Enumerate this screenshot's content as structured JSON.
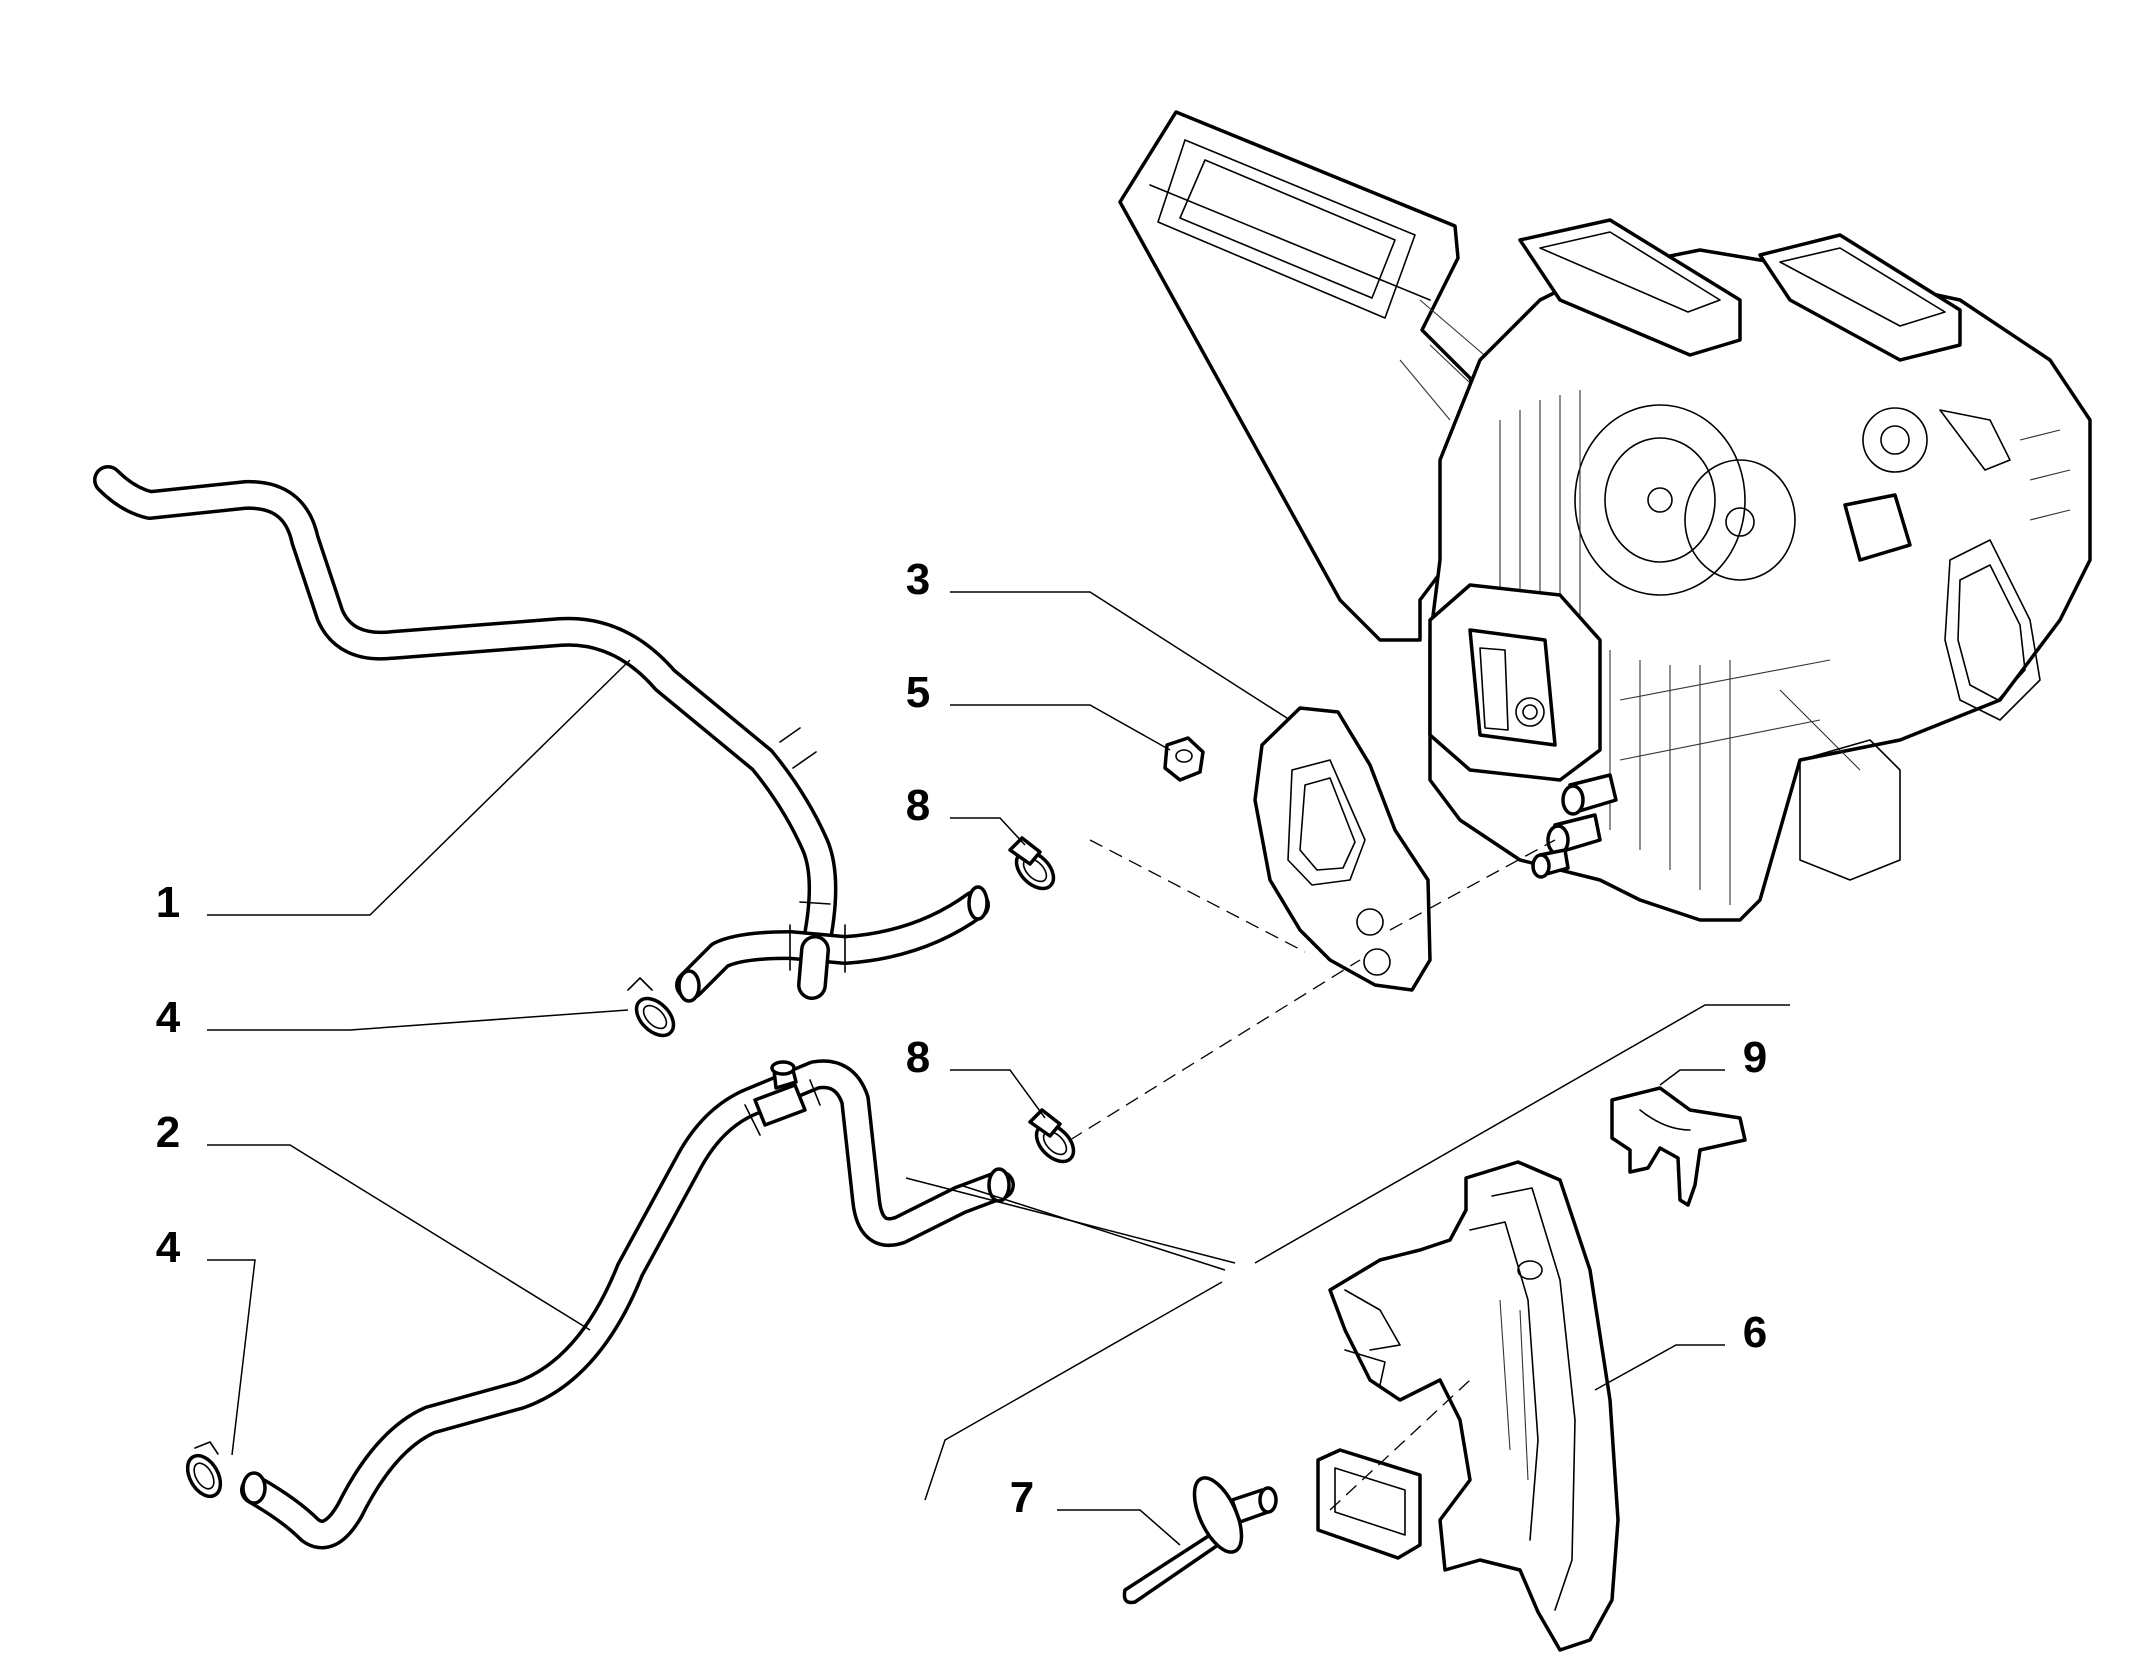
{
  "callouts": {
    "c1": "1",
    "c2": "2",
    "c3": "3",
    "c4a": "4",
    "c4b": "4",
    "c5": "5",
    "c6": "6",
    "c7": "7",
    "c8a": "8",
    "c8b": "8",
    "c9": "9"
  }
}
